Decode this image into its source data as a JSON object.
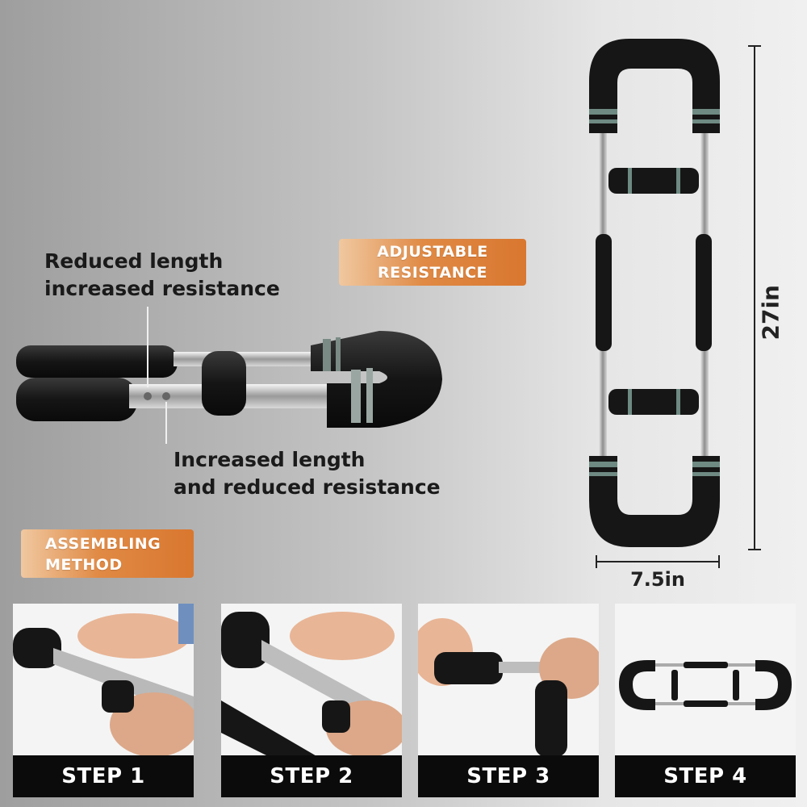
{
  "callouts": {
    "reduced": {
      "line1": "Reduced length",
      "line2": "increased resistance"
    },
    "increased": {
      "line1": "Increased length",
      "line2": "and reduced resistance"
    }
  },
  "badges": {
    "adjustable": {
      "line1": "ADJUSTABLE",
      "line2": "RESISTANCE"
    },
    "assembling": {
      "line1": "ASSEMBLING",
      "line2": "METHOD"
    }
  },
  "dimensions": {
    "height": "27in",
    "width": "7.5in"
  },
  "steps": [
    {
      "label": "STEP 1"
    },
    {
      "label": "STEP 2"
    },
    {
      "label": "STEP 3"
    },
    {
      "label": "STEP 4"
    }
  ],
  "colors": {
    "badge_orange": "#e08a45",
    "foam_black": "#141414",
    "step_bar": "#0b0b0b"
  }
}
